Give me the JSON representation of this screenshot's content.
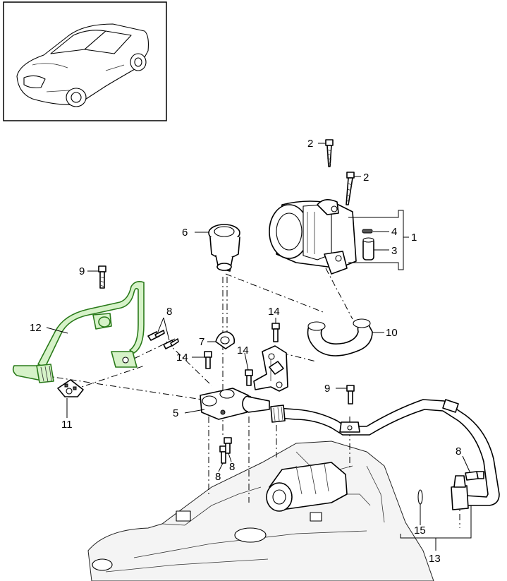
{
  "callouts": {
    "c1": "1",
    "c2a": "2",
    "c2b": "2",
    "c3": "3",
    "c4": "4",
    "c5": "5",
    "c6": "6",
    "c7": "7",
    "c8a": "8",
    "c8b": "8",
    "c8c": "8",
    "c8d": "8",
    "c9a": "9",
    "c9b": "9",
    "c10": "10",
    "c11": "11",
    "c12": "12",
    "c13": "13",
    "c14a": "14",
    "c14b": "14",
    "c14c": "14",
    "c15": "15"
  },
  "colors": {
    "highlight_fill": "#d6f2c8",
    "highlight_stroke": "#2a7a1a",
    "line": "#000000"
  }
}
